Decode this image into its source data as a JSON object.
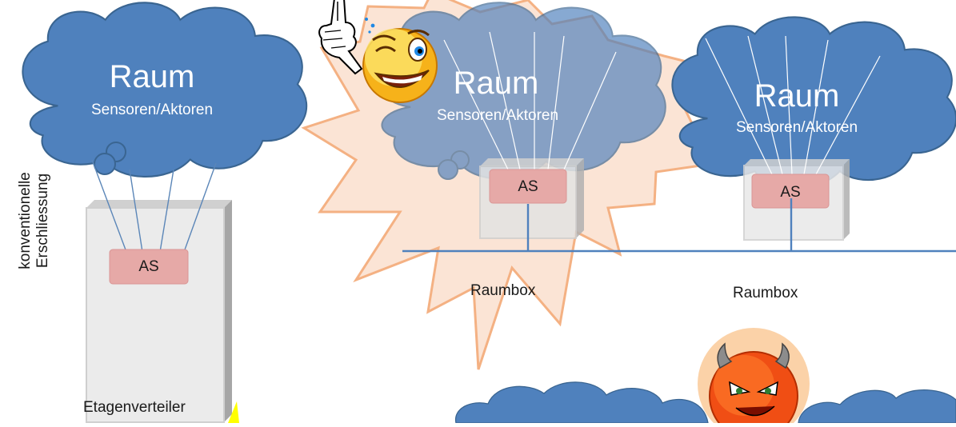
{
  "diagram": {
    "left_room": {
      "cloud_title": "Raum",
      "cloud_subtitle": "Sensoren/Aktoren",
      "controller": "AS",
      "cabinet_label": "Etagenverteiler",
      "side_label_line1": "konventionelle",
      "side_label_line2": "Erschliessung"
    },
    "middle_room": {
      "cloud_title": "Raum",
      "cloud_subtitle": "Sensoren/Aktoren",
      "controller": "AS",
      "box_label": "Raumbox"
    },
    "right_room": {
      "cloud_title": "Raum",
      "cloud_subtitle": "Sensoren/Aktoren",
      "controller": "AS",
      "box_label": "Raumbox"
    },
    "colors": {
      "cloud_fill": "#4f81bd",
      "cloud_stroke": "#3a6591",
      "controller_fill": "#e6a9a7",
      "starburst_fill": "#fbe4d5",
      "starburst_stroke": "#f4b183",
      "bus_line": "#4f81bd"
    }
  }
}
